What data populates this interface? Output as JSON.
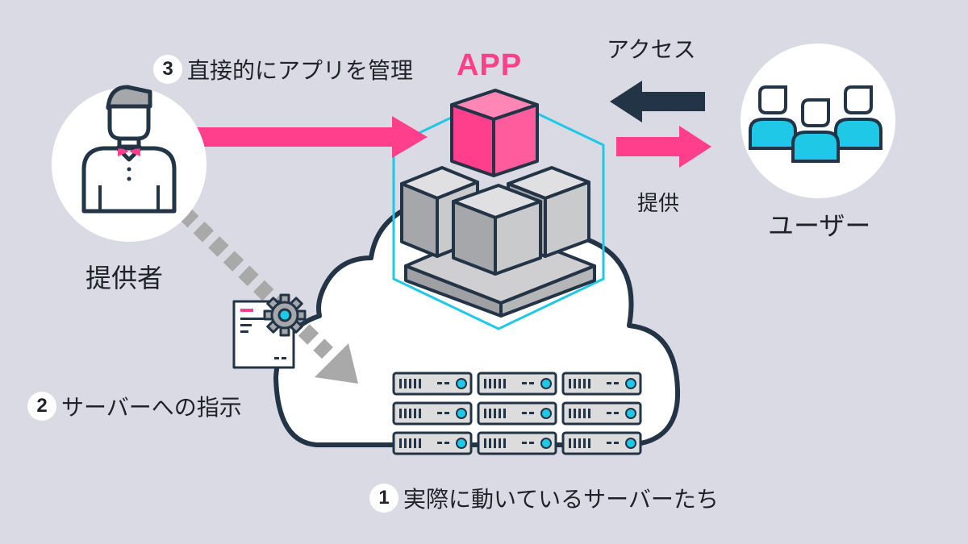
{
  "colors": {
    "background": "#dadae4",
    "accent_pink": "#ff3e8c",
    "navy": "#233447",
    "cyan": "#1ec8e6",
    "gray_arrow": "#a9a9a9"
  },
  "app_label": "APP",
  "provider_label": "提供者",
  "users_label": "ユーザー",
  "access_label": "アクセス",
  "provide_label": "提供",
  "steps": [
    {
      "num": "1",
      "text": "実際に動いているサーバーたち"
    },
    {
      "num": "2",
      "text": "サーバーへの指示"
    },
    {
      "num": "3",
      "text": "直接的にアプリを管理"
    }
  ],
  "icons": {
    "provider": "person-icon",
    "users": "users-group-icon",
    "config": "config-document-icon",
    "gear": "gear-icon",
    "servers": "server-rack-icon",
    "app": "app-cube-icon"
  }
}
